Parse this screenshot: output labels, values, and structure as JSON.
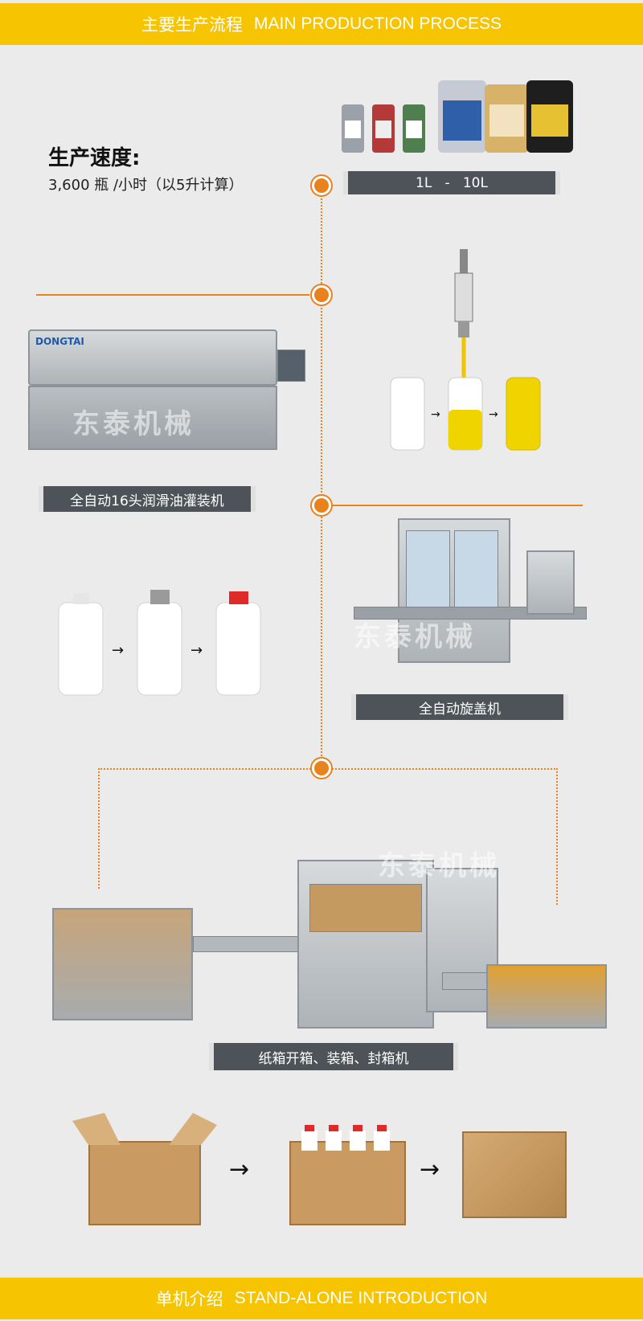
{
  "header": {
    "title_cn": "主要生产流程",
    "title_en": "MAIN PRODUCTION PROCESS"
  },
  "speed": {
    "title": "生产速度:",
    "text": "3,600 瓶 /小时（以5升计算）"
  },
  "bottle_range": {
    "label": "1L   -   10L"
  },
  "filler": {
    "label": "全自动16头润滑油灌装机",
    "brand": "DONGTAI",
    "watermark": "东泰机械"
  },
  "capper": {
    "label": "全自动旋盖机",
    "watermark": "东泰机械"
  },
  "packing": {
    "label": "纸箱开箱、装箱、封箱机",
    "watermark": "东泰机械"
  },
  "footer": {
    "title_cn": "单机介绍",
    "title_en": "STAND-ALONE INTRODUCTION"
  },
  "colors": {
    "banner": "#f6c400",
    "accent": "#e8821e",
    "label_bg": "#4d5358"
  }
}
